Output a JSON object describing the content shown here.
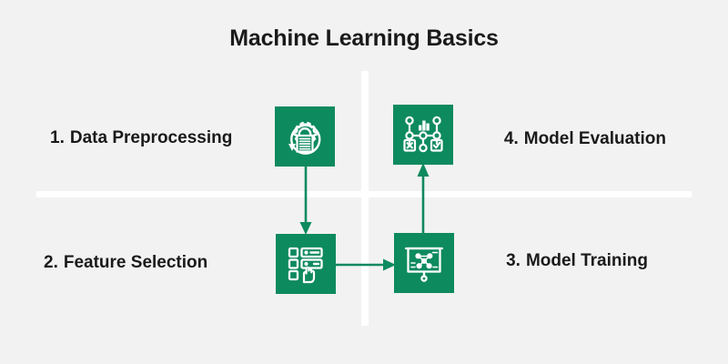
{
  "title": "Machine Learning Basics",
  "colors": {
    "background": "#f2f2f2",
    "accent_green": "#0e8a5f",
    "divider_white": "#ffffff",
    "text_dark": "#1a1a1a"
  },
  "steps": [
    {
      "number": "1.",
      "label": "Data Preprocessing",
      "icon": "gear-document-refresh-icon",
      "position": "top-left"
    },
    {
      "number": "2.",
      "label": "Feature Selection",
      "icon": "checklist-hand-select-icon",
      "position": "bottom-left"
    },
    {
      "number": "3.",
      "label": "Model Training",
      "icon": "presentation-neural-network-icon",
      "position": "bottom-right"
    },
    {
      "number": "4.",
      "label": "Model Evaluation",
      "icon": "node-graph-evaluation-icon",
      "position": "top-right"
    }
  ],
  "connectors": [
    {
      "from": "1",
      "to": "2",
      "direction": "down",
      "name": "arrow-step1-to-step2"
    },
    {
      "from": "2",
      "to": "3",
      "direction": "right",
      "name": "arrow-step2-to-step3"
    },
    {
      "from": "3",
      "to": "4",
      "direction": "up",
      "name": "arrow-step3-to-step4"
    }
  ],
  "chart_data": {
    "type": "diagram",
    "title": "Machine Learning Basics",
    "layout": "2x2 quadrant cycle with cross dividers",
    "nodes": [
      {
        "id": 1,
        "label": "Data Preprocessing",
        "quadrant": "top-left"
      },
      {
        "id": 2,
        "label": "Feature Selection",
        "quadrant": "bottom-left"
      },
      {
        "id": 3,
        "label": "Model Training",
        "quadrant": "bottom-right"
      },
      {
        "id": 4,
        "label": "Model Evaluation",
        "quadrant": "top-right"
      }
    ],
    "edges": [
      {
        "source": 1,
        "target": 2
      },
      {
        "source": 2,
        "target": 3
      },
      {
        "source": 3,
        "target": 4
      }
    ]
  }
}
